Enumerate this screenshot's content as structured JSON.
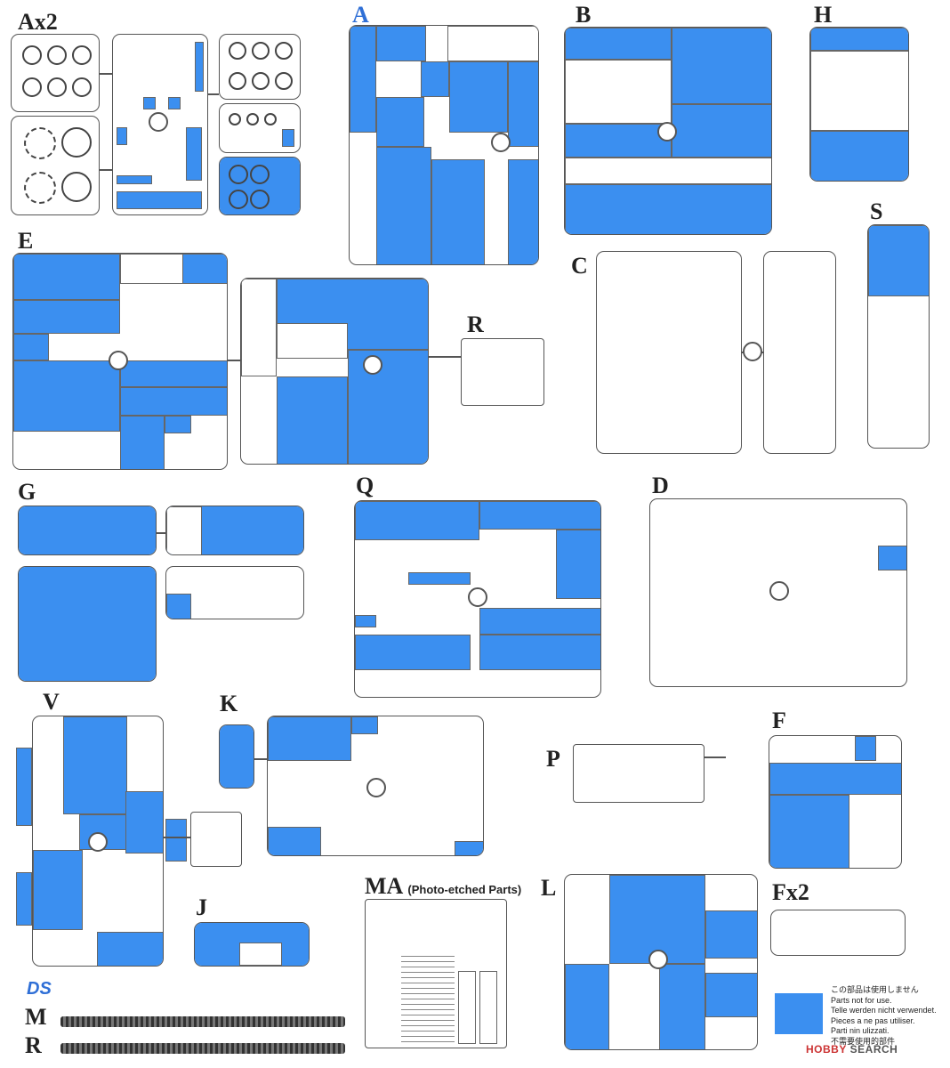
{
  "labels": {
    "ax2": "Ax2",
    "a": "A",
    "b": "B",
    "h": "H",
    "e": "E",
    "c": "C",
    "r": "R",
    "s": "S",
    "g": "G",
    "q": "Q",
    "d": "D",
    "v": "V",
    "k": "K",
    "p": "P",
    "f": "F",
    "j": "J",
    "ma": "MA",
    "ma_sub": "(Photo-etched Parts)",
    "l": "L",
    "fx2": "Fx2",
    "m": "M",
    "r2": "R"
  },
  "ds_mark": "DS",
  "legend": {
    "color": "#3b8ff0",
    "lines": [
      "この部品は使用しません",
      "Parts not for use.",
      "Telle werden nicht verwendet.",
      "Pieces a ne pas utiliser.",
      "Parti nin ulizzati.",
      "不需要使用的部件"
    ]
  },
  "watermark": {
    "brand": "HOBBY",
    "rest": " SEARCH"
  },
  "colors": {
    "unused": "#3b8ff0",
    "frame": "#555555"
  }
}
